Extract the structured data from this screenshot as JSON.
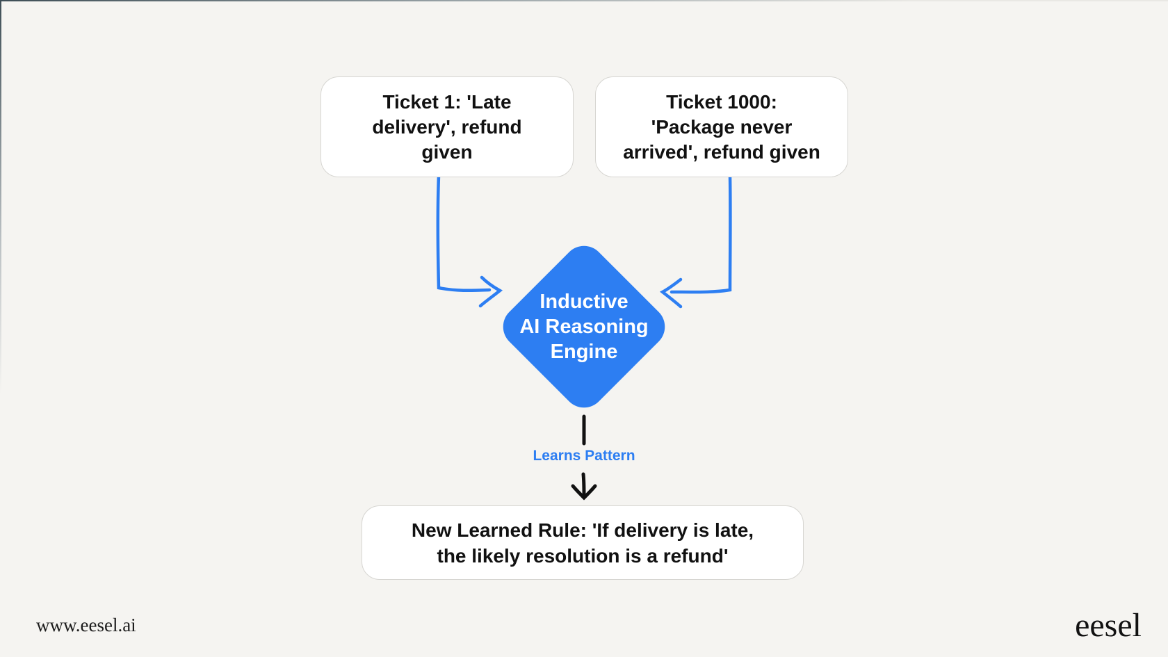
{
  "colors": {
    "bg": "#f5f4f1",
    "accent_blue": "#2d7ef2",
    "ink_black": "#111111",
    "box_border": "#d6d5d1",
    "box_bg": "#ffffff"
  },
  "nodes": {
    "ticket1": "Ticket 1: 'Late\ndelivery', refund\ngiven",
    "ticket1000": "Ticket 1000:\n'Package never\narrived', refund given",
    "engine": "Inductive\nAI Reasoning\nEngine",
    "rule": "New Learned Rule: 'If delivery is late,\nthe likely resolution is a refund'"
  },
  "labels": {
    "learns_pattern": "Learns Pattern"
  },
  "footer": {
    "url": "www.eesel.ai",
    "logo": "eesel"
  }
}
